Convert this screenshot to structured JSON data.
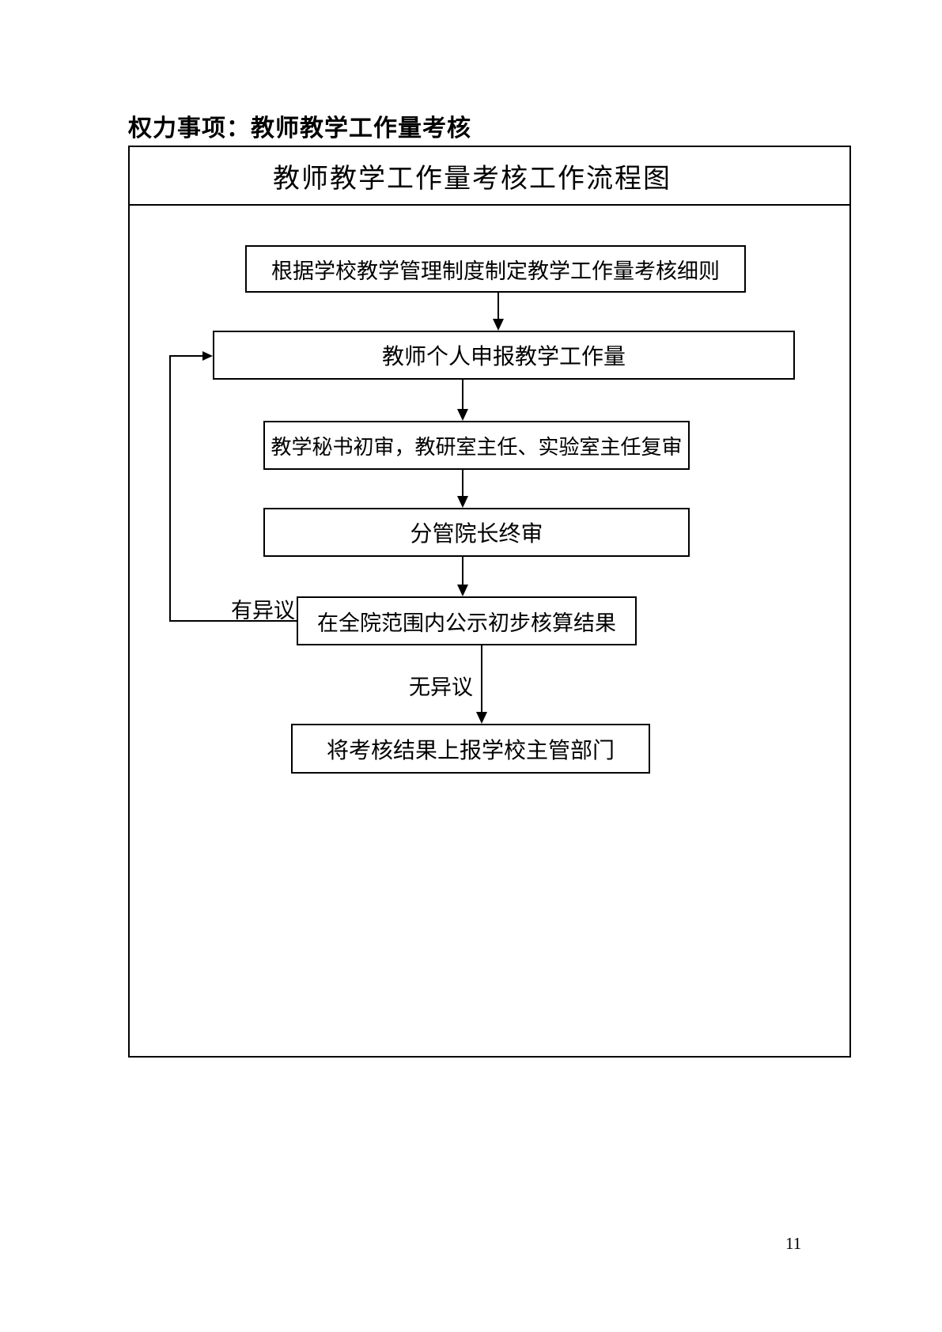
{
  "page": {
    "heading": "权力事项：教师教学工作量考核",
    "page_number": "11"
  },
  "flowchart": {
    "title": "教师教学工作量考核工作流程图",
    "steps": [
      {
        "label": "根据学校教学管理制度制定教学工作量考核细则"
      },
      {
        "label": "教师个人申报教学工作量"
      },
      {
        "label": "教学秘书初审，教研室主任、实验室主任复审"
      },
      {
        "label": "分管院长终审"
      },
      {
        "label": "在全院范围内公示初步核算结果"
      },
      {
        "label": "将考核结果上报学校主管部门"
      }
    ],
    "edges": [
      {
        "from": 1,
        "to": 2,
        "label": ""
      },
      {
        "from": 2,
        "to": 3,
        "label": ""
      },
      {
        "from": 3,
        "to": 4,
        "label": ""
      },
      {
        "from": 4,
        "to": 5,
        "label": ""
      },
      {
        "from": 5,
        "to": 6,
        "label": "无异议"
      },
      {
        "from": 5,
        "to": 2,
        "label": "有异议"
      }
    ],
    "branch_labels": {
      "objection": "有异议",
      "no_objection": "无异议"
    }
  },
  "colors": {
    "ink": "#000000",
    "background": "#ffffff"
  }
}
